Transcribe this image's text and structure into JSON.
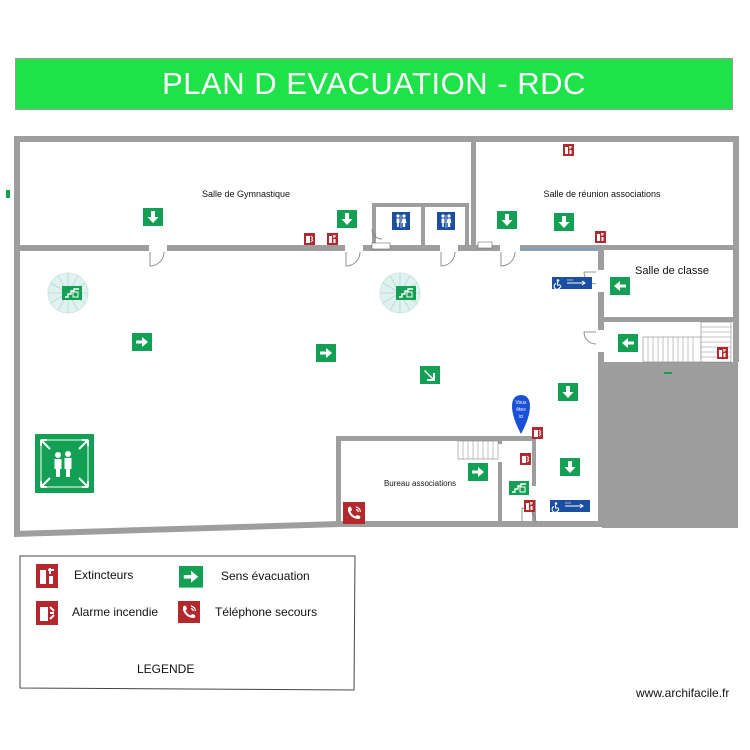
{
  "title": "PLAN D EVACUATION - RDC",
  "rooms": {
    "gym": "Salle de Gymnastique",
    "meeting": "Salle de réunion associations",
    "classroom": "Salle de classe",
    "office": "Bureau associations"
  },
  "legend": {
    "title": "LEGENDE",
    "extinguishers": "Extincteurs",
    "evacuation": "Sens évacuation",
    "fire_alarm": "Alarme incendie",
    "emergency_phone": "Téléphone secours"
  },
  "marker_text": [
    "Vous",
    "êtes",
    "ici"
  ],
  "footer": "www.archifacile.fr",
  "colors": {
    "banner": "#1fe24a",
    "exit_green": "#13a054",
    "fire_red": "#b3282d",
    "access_blue": "#1c4fa1",
    "wall_gray": "#9e9e9e"
  }
}
